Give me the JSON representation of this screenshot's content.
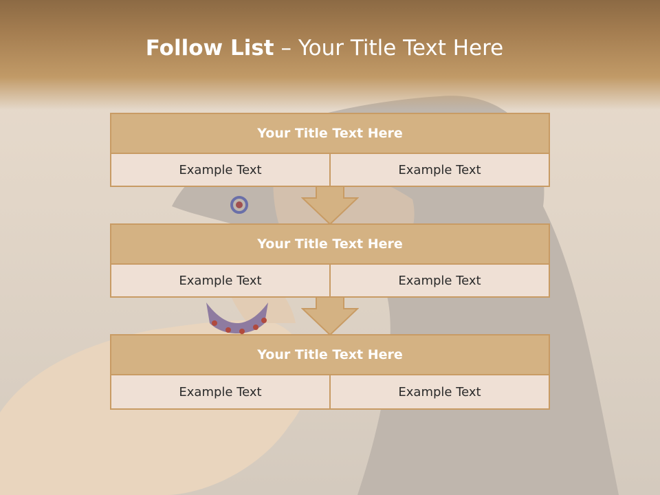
{
  "slide": {
    "title_bold": "Follow List",
    "title_rest": " – Your Title Text Here"
  },
  "steps": [
    {
      "title": "Your Title Text Here",
      "left": "Example Text",
      "right": "Example Text"
    },
    {
      "title": "Your Title Text Here",
      "left": "Example Text",
      "right": "Example Text"
    },
    {
      "title": "Your Title Text Here",
      "left": "Example Text",
      "right": "Example Text"
    }
  ],
  "colors": {
    "header": "#a57e51",
    "box_border": "#c89b64",
    "box_title_bg": "#d4b283",
    "cell_bg": "#efe0d5"
  }
}
